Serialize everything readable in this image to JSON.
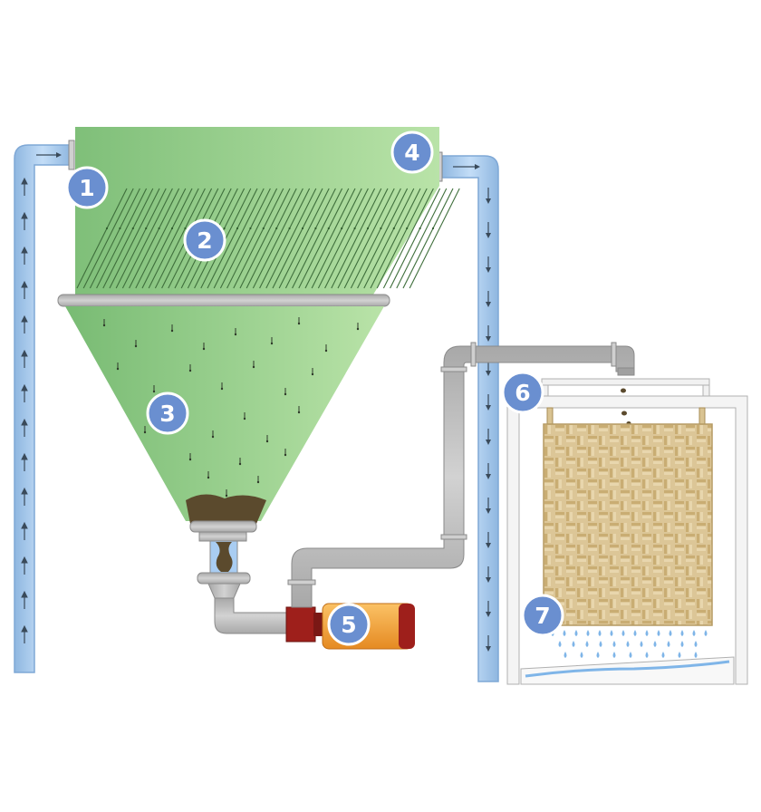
{
  "colors": {
    "water_pipe": "#a9cdf2",
    "water_pipe_edge": "#7fa8d6",
    "tank_green_light": "#b6e1a6",
    "tank_green_dark": "#7ec07a",
    "sludge": "#5a4a2e",
    "grey_pipe": "#b8b8b8",
    "pump_red": "#a0201c",
    "pump_orange": "#f4a43c",
    "badge": "#6a8fd0",
    "filter_cloth": "#d9c392",
    "drip": "#7fb5e8"
  },
  "markers": [
    {
      "id": "marker-1",
      "label": "1"
    },
    {
      "id": "marker-2",
      "label": "2"
    },
    {
      "id": "marker-3",
      "label": "3"
    },
    {
      "id": "marker-4",
      "label": "4"
    },
    {
      "id": "marker-5",
      "label": "5"
    },
    {
      "id": "marker-6",
      "label": "6"
    },
    {
      "id": "marker-7",
      "label": "7"
    }
  ]
}
